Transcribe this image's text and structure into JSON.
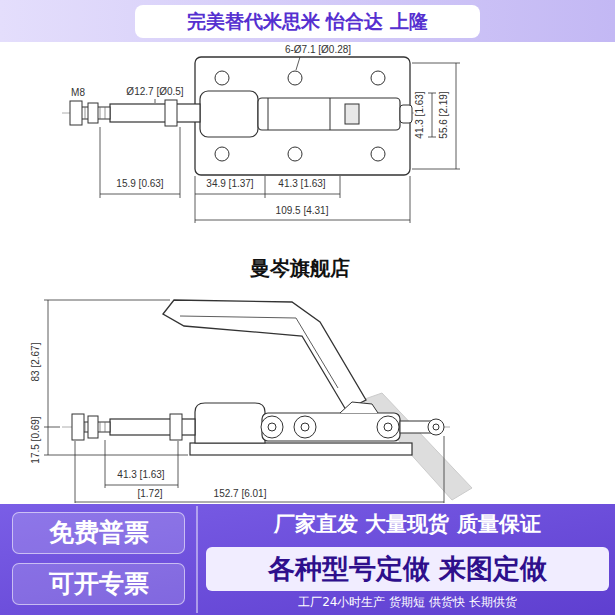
{
  "diagram": {
    "nodes": [
      {
        "text": [
          "完美替代米思米 怡合达 上隆"
        ]
      },
      {
        "text": [
          "免费普票"
        ]
      },
      {
        "text": [
          "可开专票"
        ]
      },
      {
        "text": [
          "厂家直发 大量现货 质量保证"
        ]
      },
      {
        "text": [
          "各种型号定做 来图定做"
        ]
      },
      {
        "text": [
          "工厂24小时生产 货期短 供货快 长期供货"
        ]
      }
    ],
    "labels": [
      "6-Ø7.1 [Ø0.28]",
      "M8",
      "Ø12.7 [Ø0.5]",
      "41.3 [1.63]",
      "55.6 [2.19]",
      "15.9 [0.63]",
      "34.9 [1.37]",
      "41.3 [1.63]",
      "109.5 [4.31]",
      "曼岑旗舰店",
      "83 [2.67]",
      "17.5 [0.69]",
      "41.3 [1.63]",
      "[1.72]",
      "152.7 [6.01]"
    ]
  }
}
